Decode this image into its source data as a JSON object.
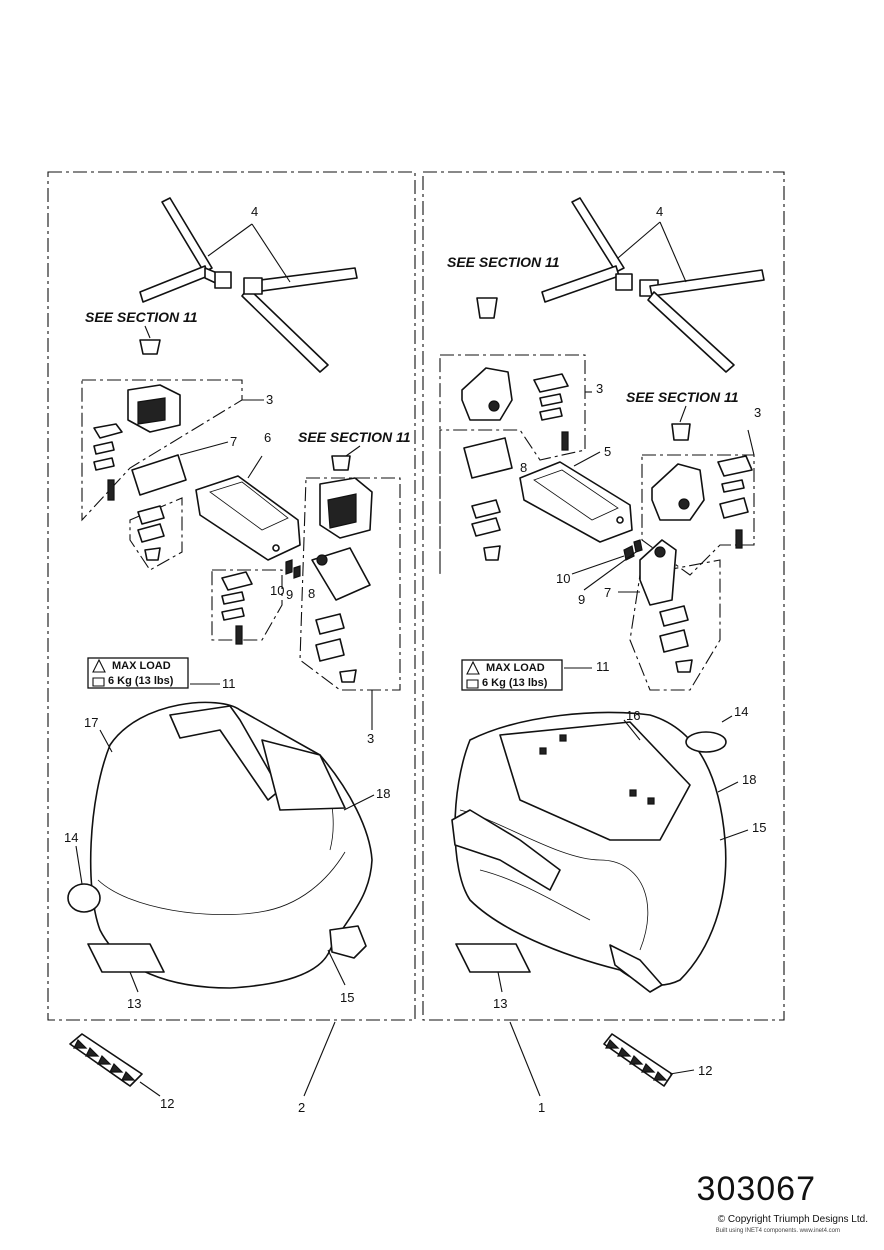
{
  "see_section_label": "SEE SECTION 11",
  "warning_label": {
    "line1": "MAX LOAD",
    "line2": "6 Kg (13 lbs)"
  },
  "callouts": {
    "c1": "1",
    "c2": "2",
    "c3": "3",
    "c4": "4",
    "c5": "5",
    "c6": "6",
    "c7": "7",
    "c8": "8",
    "c9": "9",
    "c10": "10",
    "c11": "11",
    "c12": "12",
    "c13": "13",
    "c14": "14",
    "c15": "15",
    "c16": "16",
    "c17": "17",
    "c18": "18"
  },
  "diagram_number": "303067",
  "copyright": "© Copyright Triumph Designs Ltd.",
  "built_with": "Built using INET4 components. www.inet4.com"
}
